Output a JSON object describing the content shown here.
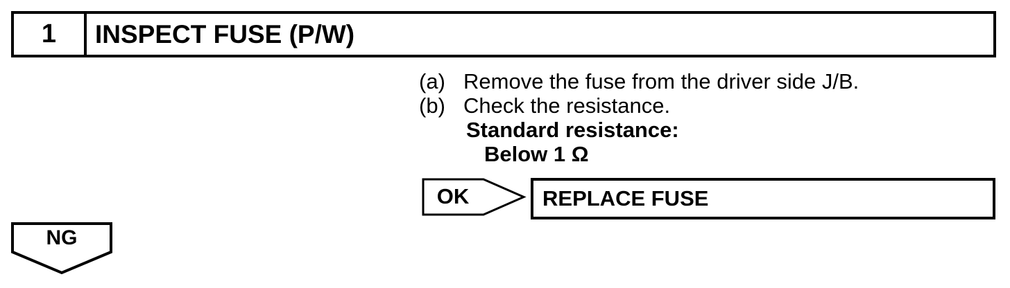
{
  "step": {
    "number": "1",
    "title": "INSPECT FUSE (P/W)"
  },
  "instructions": [
    {
      "label": "(a)",
      "text": "Remove the fuse from the driver side J/B."
    },
    {
      "label": "(b)",
      "text": "Check the resistance."
    }
  ],
  "spec": {
    "heading": "Standard resistance:",
    "value": "Below 1 Ω"
  },
  "decision": {
    "ok_label": "OK",
    "ok_action": "REPLACE FUSE",
    "ng_label": "NG"
  },
  "colors": {
    "ink": "#000000",
    "paper": "#ffffff"
  }
}
